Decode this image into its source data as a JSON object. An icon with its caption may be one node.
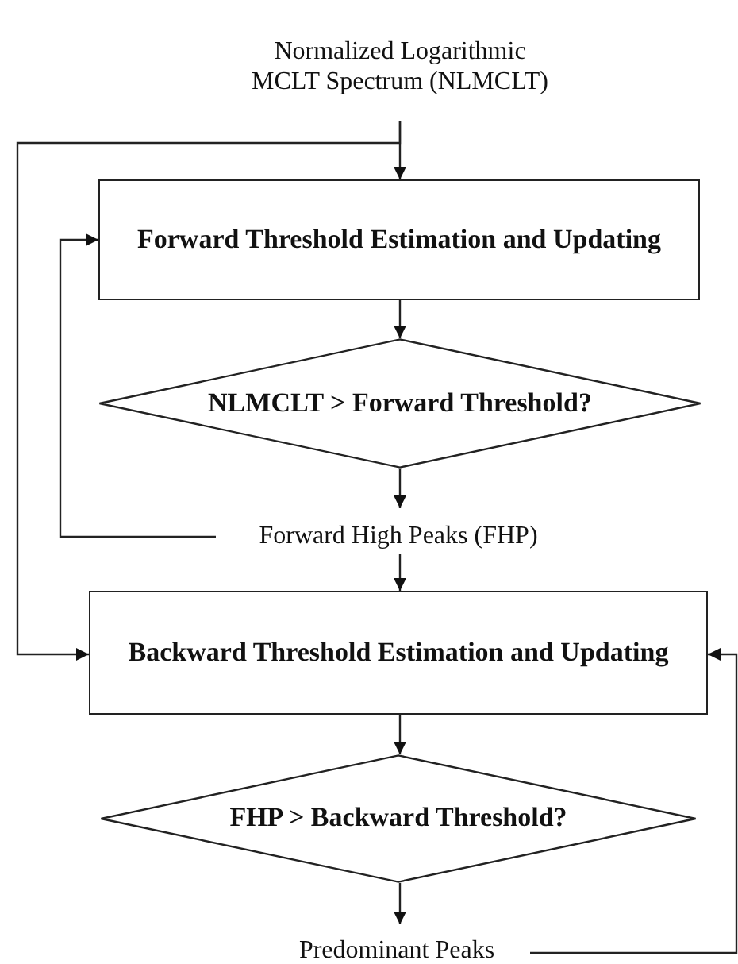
{
  "diagram": {
    "nodes": [
      {
        "text": [
          "Normalized Logarithmic MCLT Spectrum (NLMCLT)"
        ]
      },
      {
        "text": [
          "Forward Threshold Estimation and Updating"
        ]
      },
      {
        "text": [
          "NLMCLT > Forward Threshold?"
        ]
      },
      {
        "text": [
          "Forward High Peaks (FHP)"
        ]
      },
      {
        "text": [
          "Backward Threshold Estimation and Updating"
        ]
      },
      {
        "text": [
          "FHP > Backward Threshold?"
        ]
      },
      {
        "text": [
          "Predominant Peaks"
        ]
      }
    ],
    "edges": [
      {
        "from": 0,
        "to": 1,
        "arrow": "to"
      },
      {
        "from": 0,
        "to": 4,
        "arrow": "to"
      },
      {
        "from": 1,
        "to": 2,
        "arrow": "to"
      },
      {
        "from": 2,
        "to": 3,
        "arrow": "to"
      },
      {
        "from": 3,
        "to": 1,
        "arrow": "to"
      },
      {
        "from": 3,
        "to": 4,
        "arrow": "to"
      },
      {
        "from": 4,
        "to": 5,
        "arrow": "to"
      },
      {
        "from": 5,
        "to": 6,
        "arrow": "to"
      },
      {
        "from": 6,
        "to": 4,
        "arrow": "to"
      }
    ]
  }
}
